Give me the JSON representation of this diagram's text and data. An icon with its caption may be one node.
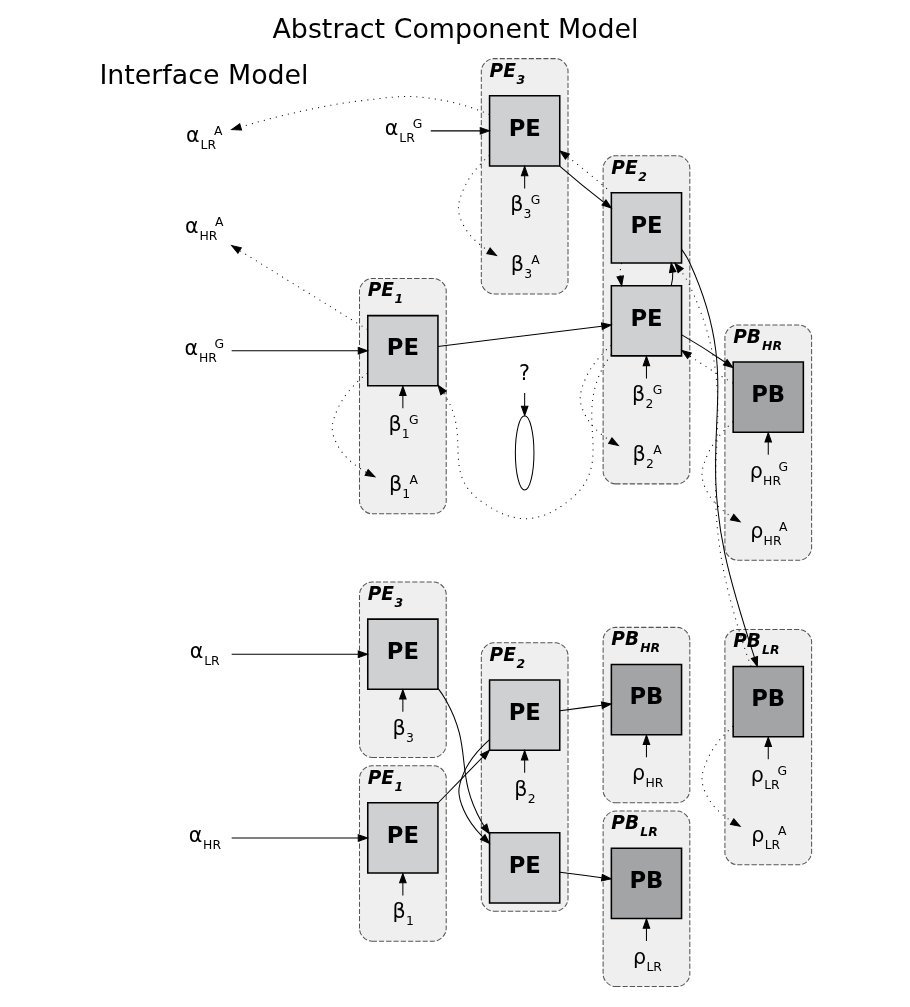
{
  "diagram": {
    "title": "Abstract Component Model",
    "nodes": [
      {
        "text": [
          "PE$_{1}$"
        ]
      },
      {
        "text": [
          "PE"
        ],
        "in": 0
      },
      {
        "text": [
          "β$_{1}$"
        ],
        "in": 0
      },
      {
        "text": [
          "PE$_{2}$"
        ]
      },
      {
        "text": [
          "PE"
        ],
        "in": 3
      },
      {
        "text": [
          "β$_{2}$"
        ],
        "in": 3
      },
      {
        "text": [
          "PE"
        ],
        "in": 3
      },
      {
        "text": [
          "PB$_{HR}$"
        ]
      },
      {
        "text": [
          "PB"
        ],
        "in": 7
      },
      {
        "text": [
          "ρ$_{HR}$"
        ],
        "in": 7
      },
      {
        "text": [
          "PE$_{3}$"
        ]
      },
      {
        "text": [
          "PE"
        ],
        "in": 10
      },
      {
        "text": [
          "β$_{3}$"
        ],
        "in": 10
      },
      {
        "text": [
          "PB$_{LR}$"
        ]
      },
      {
        "text": [
          "PB"
        ],
        "in": 13
      },
      {
        "text": [
          "ρ$_{LR}$"
        ],
        "in": 13
      },
      {
        "text": [
          "α$_{HR}$"
        ]
      },
      {
        "text": [
          "α$_{LR}$"
        ]
      },
      {
        "text": [
          "PE$_{1}$"
        ]
      },
      {
        "text": [
          "PE"
        ],
        "in": 18
      },
      {
        "text": [
          "β$_{1}$$^{G}$"
        ],
        "in": 18
      },
      {
        "text": [
          "β$_{1}$$^{A}$"
        ],
        "in": 18
      },
      {
        "text": [
          "?"
        ]
      },
      {
        "text": [],
        "shape": "ellipse"
      },
      {
        "text": [
          "PE$_{2}$"
        ]
      },
      {
        "text": [
          "PE"
        ],
        "in": 24
      },
      {
        "text": [
          "β$_{2}$$^{G}$"
        ],
        "in": 24
      },
      {
        "text": [
          "β$_{2}$$^{A}$"
        ],
        "in": 24
      },
      {
        "text": [
          "PE"
        ],
        "in": 24
      },
      {
        "text": [
          "PB$_{HR}$"
        ]
      },
      {
        "text": [
          "PB"
        ],
        "in": 29
      },
      {
        "text": [
          "ρ$_{HR}$$^{G}$"
        ],
        "in": 29
      },
      {
        "text": [
          "ρ$_{HR}$$^{A}$"
        ],
        "in": 29
      },
      {
        "text": [
          "PE$_{3}$"
        ]
      },
      {
        "text": [
          "PE"
        ],
        "in": 33
      },
      {
        "text": [
          "β$_{3}$$^{G}$"
        ],
        "in": 33
      },
      {
        "text": [
          "β$_{3}$$^{A}$"
        ],
        "in": 33
      },
      {
        "text": [
          "PB$_{LR}$"
        ]
      },
      {
        "text": [
          "PB"
        ],
        "in": 37
      },
      {
        "text": [
          "ρ$_{LR}$$^{G}$"
        ],
        "in": 37
      },
      {
        "text": [
          "ρ$_{LR}$$^{A}$"
        ],
        "in": 37
      },
      {
        "text": [
          "α$_{HR}$$^{A}$"
        ]
      },
      {
        "text": [
          "α$_{HR}$$^{G}$"
        ]
      },
      {
        "text": [
          "α$_{LR}$$^{A}$"
        ]
      },
      {
        "text": [
          "α$_{LR}$$^{G}$"
        ]
      }
    ],
    "edges": [
      {
        "from": 16,
        "to": 1,
        "arrow": "to"
      },
      {
        "from": 2,
        "to": 1,
        "arrow": "to"
      },
      {
        "from": 1,
        "to": 4,
        "arrow": "to"
      },
      {
        "from": 5,
        "to": 4,
        "arrow": "to"
      },
      {
        "from": 4,
        "to": 8,
        "arrow": "to"
      },
      {
        "from": 9,
        "to": 8,
        "arrow": "to"
      },
      {
        "from": 4,
        "to": 6,
        "arrow": "to"
      },
      {
        "from": 12,
        "to": 11,
        "arrow": "to"
      },
      {
        "from": 17,
        "to": 11,
        "arrow": "to"
      },
      {
        "from": 11,
        "to": 6,
        "arrow": "to"
      },
      {
        "from": 6,
        "to": 14,
        "arrow": "to"
      },
      {
        "from": 15,
        "to": 14,
        "arrow": "to"
      },
      {
        "from": 42,
        "to": 19,
        "arrow": "to"
      },
      {
        "from": 20,
        "to": 19,
        "arrow": "to"
      },
      {
        "from": 19,
        "to": 41,
        "arrow": "to",
        "style": "dashed"
      },
      {
        "from": 19,
        "to": 21,
        "arrow": "to",
        "style": "dashed"
      },
      {
        "from": 22,
        "to": 23,
        "arrow": "to"
      },
      {
        "from": 19,
        "to": 25,
        "arrow": "to"
      },
      {
        "from": 25,
        "to": 19,
        "arrow": "to",
        "style": "dashed"
      },
      {
        "from": 26,
        "to": 25,
        "arrow": "to"
      },
      {
        "from": 25,
        "to": 27,
        "arrow": "to",
        "style": "dashed"
      },
      {
        "from": 25,
        "to": 30,
        "arrow": "to"
      },
      {
        "from": 30,
        "to": 25,
        "arrow": "to",
        "style": "dashed"
      },
      {
        "from": 31,
        "to": 30,
        "arrow": "to"
      },
      {
        "from": 30,
        "to": 32,
        "arrow": "to",
        "style": "dashed"
      },
      {
        "from": 25,
        "to": 28,
        "arrow": "to"
      },
      {
        "from": 28,
        "to": 25,
        "arrow": "to",
        "style": "dashed"
      },
      {
        "from": 44,
        "to": 34,
        "arrow": "to"
      },
      {
        "from": 35,
        "to": 34,
        "arrow": "to"
      },
      {
        "from": 34,
        "to": 43,
        "arrow": "to",
        "style": "dashed"
      },
      {
        "from": 34,
        "to": 36,
        "arrow": "to",
        "style": "dashed"
      },
      {
        "from": 34,
        "to": 28,
        "arrow": "to"
      },
      {
        "from": 28,
        "to": 34,
        "arrow": "to",
        "style": "dashed"
      },
      {
        "from": 28,
        "to": 38,
        "arrow": "to"
      },
      {
        "from": 38,
        "to": 28,
        "arrow": "to",
        "style": "dashed"
      },
      {
        "from": 39,
        "to": 38,
        "arrow": "to"
      },
      {
        "from": 38,
        "to": 40,
        "arrow": "to",
        "style": "dashed"
      }
    ],
    "labels": [
      "Interface Model"
    ]
  }
}
